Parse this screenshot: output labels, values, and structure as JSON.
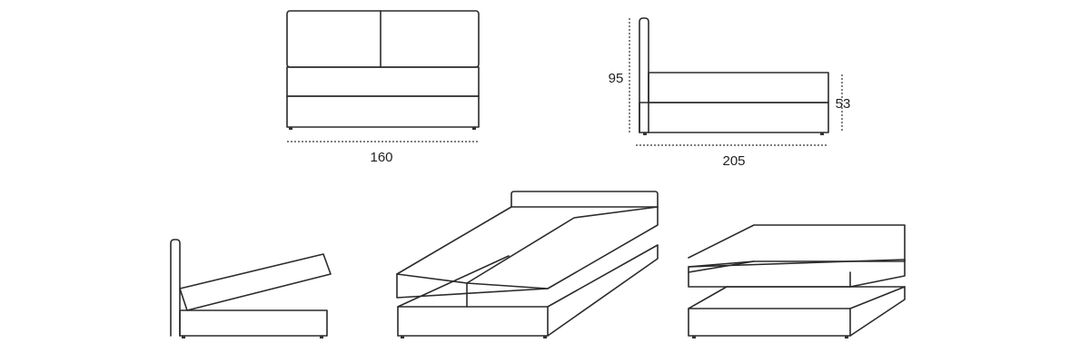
{
  "dimensions": {
    "width_label": "160",
    "length_label": "205",
    "headboard_height_label": "95",
    "bed_height_label": "53"
  },
  "views": [
    "front-view",
    "side-view",
    "side-view-lifted-storage",
    "perspective-lifted-mattress-platform",
    "perspective-corner-lifted"
  ]
}
